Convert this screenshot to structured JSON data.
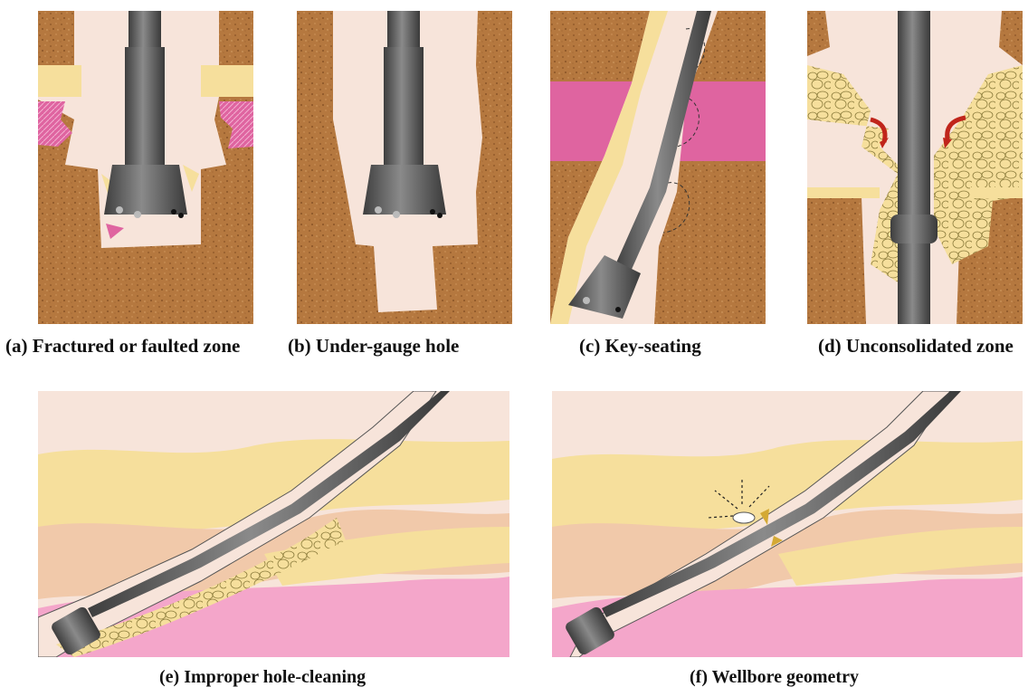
{
  "figure": {
    "panels": [
      {
        "id": "a",
        "caption": "(a) Fractured or faulted zone"
      },
      {
        "id": "b",
        "caption": "(b) Under-gauge hole"
      },
      {
        "id": "c",
        "caption": "(c) Key-seating"
      },
      {
        "id": "d",
        "caption": "(d) Unconsolidated zone"
      },
      {
        "id": "e",
        "caption": "(e) Improper hole-cleaning"
      },
      {
        "id": "f",
        "caption": "(f) Wellbore geometry"
      }
    ]
  },
  "colors": {
    "formation_brown": "#b5783f",
    "hole_fill": "#f7e4da",
    "yellow_layer": "#f6df9c",
    "pink_layer": "#df64a0",
    "light_pink_layer": "#f4a6ca",
    "tan_layer": "#f1c9aa",
    "drill_pipe": "#5c5c5c",
    "arrow_red": "#c0251b"
  }
}
